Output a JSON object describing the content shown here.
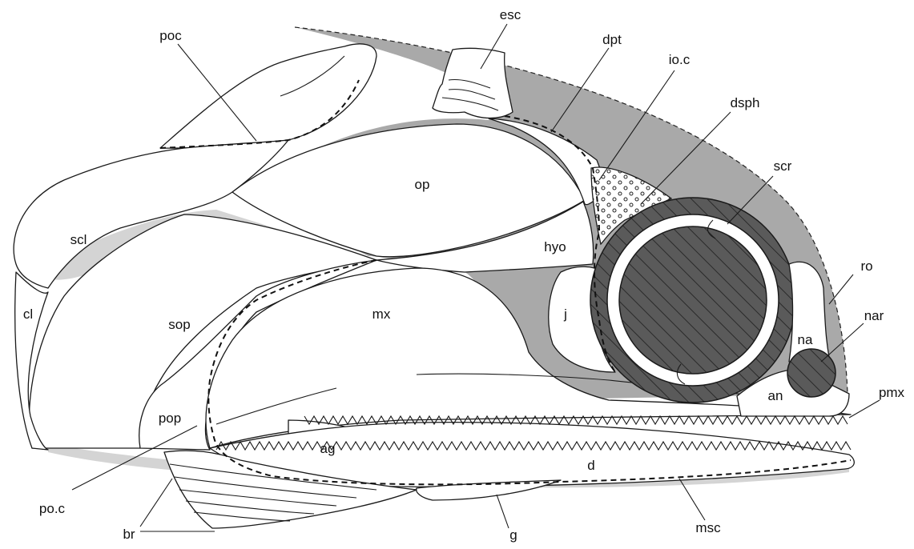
{
  "labels": {
    "esc": "esc",
    "poc": "poc",
    "dpt": "dpt",
    "ioc": "io.c",
    "dsph": "dsph",
    "scr": "scr",
    "op": "op",
    "scl": "scl",
    "hyo": "hyo",
    "ro": "ro",
    "cl": "cl",
    "sop": "sop",
    "mx": "mx",
    "j": "j",
    "na": "na",
    "nar": "nar",
    "an": "an",
    "pmx": "pmx",
    "pop": "pop",
    "ag": "ag",
    "d": "d",
    "poc2": "po.c",
    "br": "br",
    "g": "g",
    "msc": "msc"
  },
  "colors": {
    "bone": "#ffffff",
    "skin": "#a9a9a9",
    "orbit_ring": "#5a5a5a",
    "eye": "#5a5a5a",
    "outline": "#1a1a1a"
  }
}
